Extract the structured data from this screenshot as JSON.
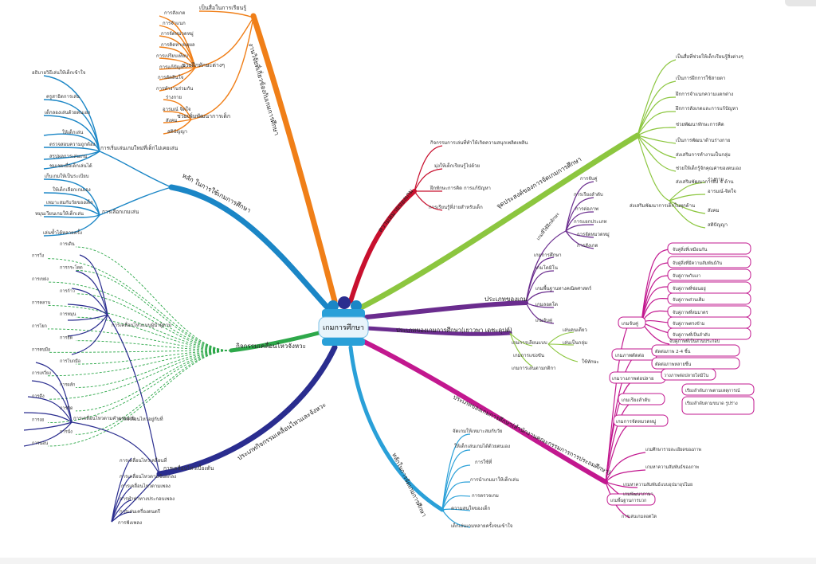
{
  "center": {
    "label": "เกมการศึกษา"
  },
  "colors": {
    "orange": "#f07f18",
    "red": "#c8102e",
    "lime": "#8cc63f",
    "purple": "#6a2c8e",
    "blue": "#1b86c6",
    "green": "#2ea84a",
    "navy": "#2a2d8f",
    "magenta": "#c2188f",
    "skyblue": "#2aa0d8"
  },
  "branches": {
    "orange": {
      "label": "งานวิจัยที่เกี่ยวข้องกับเกมการศึกษา",
      "sub1": "เป็นสื่อในการเรียนรู้",
      "sub2": "ช่วยฝึกทักษะต่างๆ",
      "sub3": "ช่วยเพิ่มพัฒนาการเด็ก",
      "leaves": [
        "การสังเกต",
        "การจำแนก",
        "การจัดหมวดหมู่",
        "การคิดหาเหตุผล",
        "การเปรียบเทียบ",
        "การแก้ปัญหา",
        "การตัดสินใจ",
        "การทำงานร่วมกัน",
        "ร่างกาย",
        "อารมณ์ จิตใจ",
        "สังคม",
        "สติปัญญา"
      ]
    },
    "blue": {
      "label": "หลัก ในการใช้เกมการศึกษา",
      "sub1": "การเริ่มเล่นเกมใหม่ที่เด็กไม่เคยเล่น",
      "sub2": "การเลือกเกมเล่น",
      "leaves1": [
        "อธิบายวิธีเล่นให้เด็กเข้าใจ",
        "ครูสาธิตการเล่น",
        "เด็กลองเล่นด้วยตนเอง",
        "ให้เด็กเล่น",
        "ตรวจสอบความถูกต้อง",
        "สรุปผลการเล่นเกม",
        "ชมเชยเมื่อเด็กเล่นได้"
      ],
      "leaves2": [
        "เก็บเกมให้เป็นระเบียบ",
        "ให้เด็กเลือกเกมเอง",
        "เหมาะสมกับวัยของเด็ก",
        "หมุนเวียนเกมให้เด็กเล่น",
        "เล่นซ้ำได้หลายครั้ง"
      ]
    },
    "green": {
      "label": "กิจกรรมเคลื่อนไหวจังหวะ",
      "leaves": [
        "การเดิน",
        "การวิ่ง",
        "การกระโดด",
        "การเขย่ง",
        "การก้าว",
        "การคลาน",
        "การหมุน",
        "การโยก",
        "การยืด",
        "การตบมือ",
        "การโบกมือ",
        "การเหวี่ยง",
        "การผลัก",
        "การดึง",
        "การบิด",
        "การงอ",
        "การนั่ง",
        "การนอน"
      ]
    },
    "navy": {
      "label": "ประเภทกิจกรรมเคลื่อนไหวและจังหวะ",
      "sub1": "การเคลื่อนไหวเบื้องต้น",
      "sub2": "การเคลื่อนไหวตามคำบรรยาย",
      "sub3": "การเคลื่อนไหวแบบผู้นำผู้ตาม",
      "leaves": [
        "การเคลื่อนไหวอยู่กับที่",
        "การเคลื่อนไหวเคลื่อนที่",
        "การเคลื่อนไหวตามข้อตกลง",
        "การเคลื่อนไหวตามเพลง",
        "การทำท่าทางประกอบเพลง",
        "การเล่นเครื่องดนตรี",
        "การฟังเพลง"
      ]
    },
    "red": {
      "label": "ความหมายของเกม",
      "leaves": [
        "กิจกรรมการเล่นที่ทำให้เกิดความสนุกเพลิดเพลิน",
        "มุ่งให้เด็กเรียนรู้ไปด้วย",
        "ฝึกทักษะการคิด การแก้ปัญหา",
        "การเรียนรู้ที่ง่ายสำหรับเด็ก"
      ]
    },
    "lime": {
      "label": "จุดประสงค์ของการจัดเกมการศึกษา",
      "leaves": [
        "เป็นสื่อที่ช่วยให้เด็กเรียนรู้สิ่งต่างๆ",
        "เป็นการฝึกการใช้สายตา",
        "ฝึกการจำแนกความแตกต่าง",
        "ฝึกการสังเกตและการแก้ปัญหา",
        "ช่วยพัฒนาทักษะการคิด",
        "เป็นการพัฒนาด้านร่างกาย",
        "ส่งเสริมการทำงานเป็นกลุ่ม",
        "ช่วยให้เด็กรู้จักคุณค่าของตนเอง",
        "ส่งเสริมพัฒนาการทั้ง 4 ด้าน"
      ],
      "sub": "ส่งเสริมพัฒนาการเด็กในทุกด้าน",
      "subleaves": [
        "ร่างกาย",
        "อารมณ์-จิตใจ",
        "สังคม",
        "สติปัญญา"
      ]
    },
    "purple": {
      "label": "ประเภทของเกม",
      "sub1": "เกมที่ใช้ฝึกทักษะ",
      "leaves1": [
        "การจับคู่",
        "การเรียงลำดับ",
        "การต่อภาพ",
        "การแยกประเภท",
        "การจัดหมวดหมู่",
        "การสังเกต"
      ],
      "leaves2": [
        "เกมการศึกษา",
        "เกมโดมิโน",
        "เกมพื้นฐานทางคณิตศาสตร์",
        "เกมลอตโต",
        "เกมจับคู่"
      ]
    },
    "purple2": {
      "label": "ประเภทของเกมการศึกษา(เยาวพา เดชะคุปต์)",
      "leaves": [
        "เกมการเลียนแบบ",
        "เกมการแข่งขัน",
        "เกมการเล่นตามกติกา"
      ],
      "subleaves": [
        "เล่นคนเดียว",
        "เล่นเป็นกลุ่ม",
        "ใช้ทักษะ"
      ]
    },
    "magenta": {
      "label": "ประเภทของเกมการศึกษา(สำนักงานคณะกรรมการการประถมศึกษา)",
      "groups": [
        "เกมจับคู่",
        "เกมภาพตัดต่อ",
        "เกมวางภาพต่อปลาย",
        "เกมเรียงลำดับ",
        "เกมการจัดหมวดหมู่"
      ],
      "g1leaves": [
        "จับคู่สิ่งที่เหมือนกัน",
        "จับคู่สิ่งที่มีความสัมพันธ์กัน",
        "จับคู่ภาพกับเงา",
        "จับคู่ภาพที่ซ่อนอยู่",
        "จับคู่ภาพส่วนเต็ม",
        "จับคู่ภาพที่สมมาตร",
        "จับคู่ภาพตรงข้าม",
        "จับคู่ภาพที่เป็นลำดับ",
        "จับคู่ภาพที่เป็นส่วนประกอบ"
      ],
      "g2leaves": [
        "ตัดต่อภาพ 2-4 ชิ้น",
        "ตัดต่อภาพหลายชิ้น"
      ],
      "g3leaves": [
        "วางภาพต่อปลายโดมิโน"
      ],
      "g4leaves": [
        "เรียงลำดับภาพตามเหตุการณ์",
        "เรียงลำดับตามขนาด รูปร่าง"
      ],
      "others": [
        "เกมศึกษารายละเอียดของภาพ",
        "เกมหาความสัมพันธ์ของภาพ",
        "เกมพื้นฐานการบวก",
        "เกมหาความสัมพันธ์แบบอุปมาอุปไมย",
        "การเล่นเกมลอตโต",
        "เกมพัฒนาภาษา"
      ]
    },
    "skyblue": {
      "label": "หลักในการจัดเกมการศึกษา",
      "leaves": [
        "จัดเกมให้เหมาะสมกับวัย",
        "ให้เด็กเล่นเกมได้ด้วยตนเอง",
        "การใช้ที่",
        "การนำเกมมาให้เด็กเล่น",
        "การตรวจเกม",
        "ความสนใจของเด็ก",
        "เด็กเล่นเกมหลายครั้งจนเข้าใจ"
      ]
    }
  }
}
